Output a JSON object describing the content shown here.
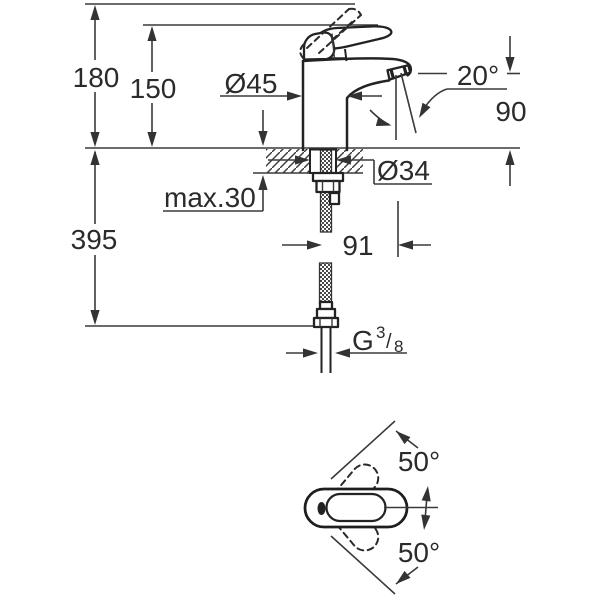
{
  "drawing": {
    "product": "single-lever-basin-mixer-technical-drawing",
    "colors": {
      "line": "#333333",
      "background": "#ffffff"
    },
    "side_view": {
      "overall_height": "180",
      "height_to_spout": "150",
      "body_diameter": "Ø45",
      "spout_angle": "20°",
      "outlet_height": "90",
      "max_deck_thickness": "max.30",
      "hole_diameter": "Ø34",
      "total_height": "395",
      "spout_reach": "91",
      "thread_prefix": "G",
      "thread_numerator": "3",
      "thread_slash": "/",
      "thread_denominator": "8"
    },
    "top_view": {
      "swivel_angle_up": "50°",
      "swivel_angle_down": "50°"
    }
  }
}
